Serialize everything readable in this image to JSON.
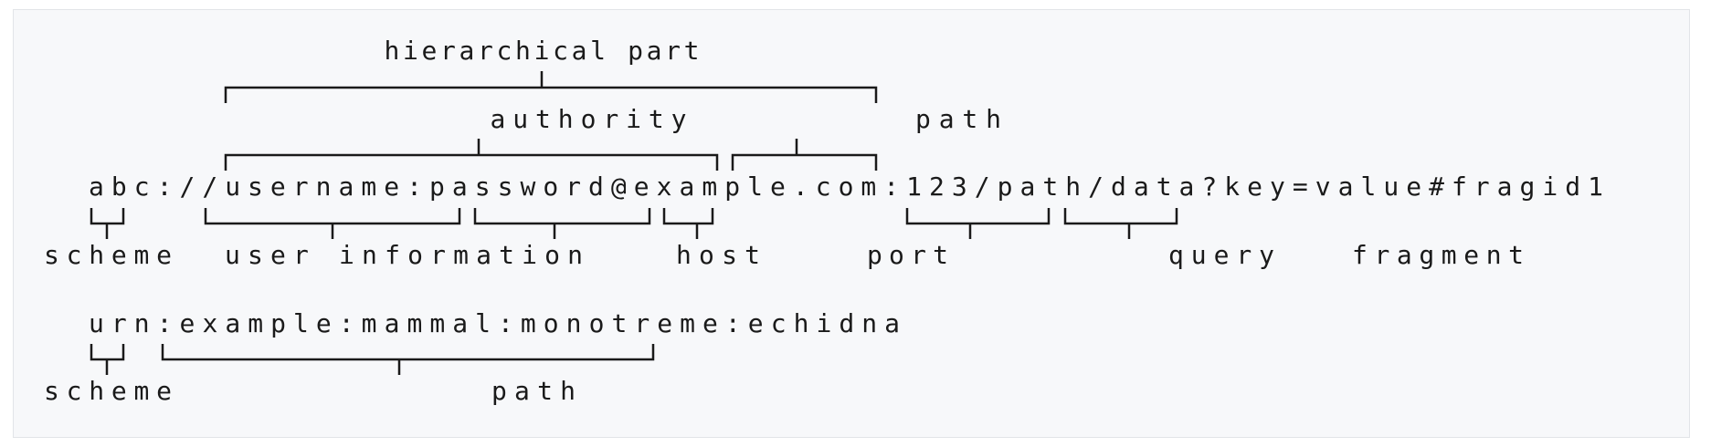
{
  "uri_lines": [
    "abc://username:password@example.com:123/path/data?key=value#fragid1",
    "urn:example:mammal:monotreme:echidna"
  ],
  "labels": {
    "hierarchical_part": "hierarchical part",
    "authority": "authority",
    "path": "path",
    "scheme": "scheme",
    "user_information": "user information",
    "host": "host",
    "port": "port",
    "query": "query",
    "fragment": "fragment",
    "urn_scheme": "scheme",
    "urn_path": "path"
  }
}
